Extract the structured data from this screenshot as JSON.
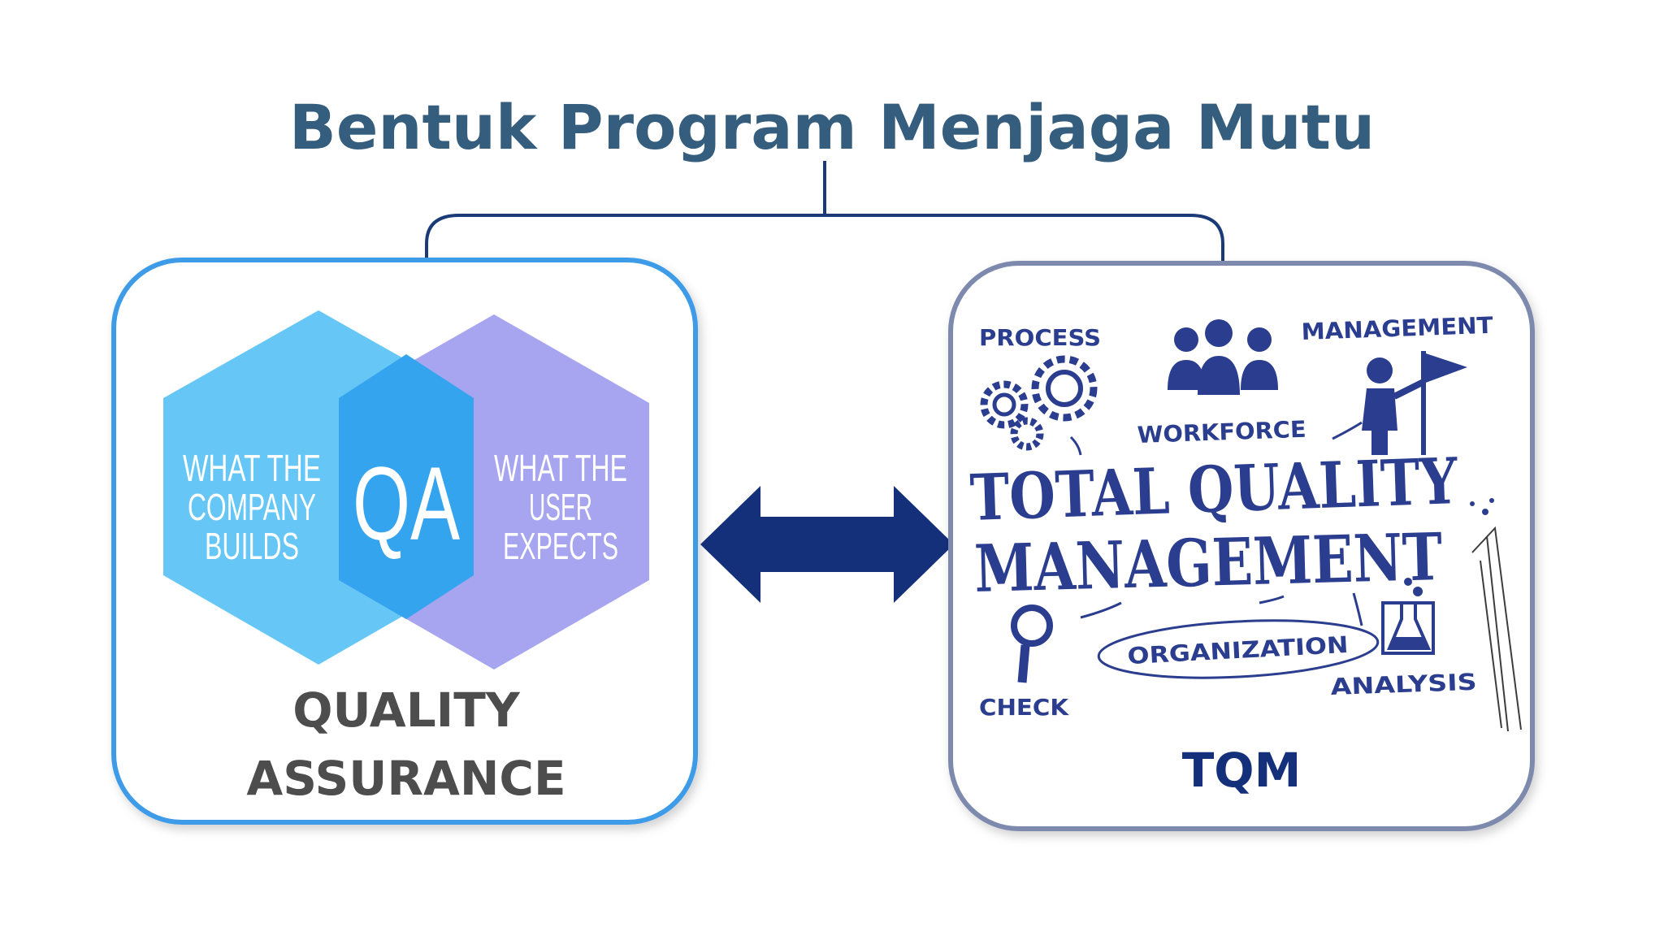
{
  "title": "Bentuk Program Menjaga Mutu",
  "colors": {
    "title": "#345d7e",
    "connector": "#1b3a78",
    "arrow": "#14307a",
    "qa_border": "#3d9be8",
    "tqm_border": "#7d8aad",
    "hex_blue": "#5ec4f7",
    "hex_purple": "#a2a0ee",
    "hex_overlap": "#35a4ef",
    "tqm_ink": "#2a3d8f"
  },
  "left_box": {
    "hex_left_text": [
      "WHAT THE",
      "COMPANY",
      "BUILDS"
    ],
    "hex_center_text": "QA",
    "hex_right_text": [
      "WHAT THE",
      "USER",
      "EXPECTS"
    ],
    "label_line1": "QUALITY",
    "label_line2": "ASSURANCE"
  },
  "right_box": {
    "words": {
      "process": "PROCESS",
      "management_small": "MANAGEMENT",
      "workforce": "WORKFORCE",
      "tqm_line1": "TOTAL QUALITY",
      "tqm_line2": "MANAGEMENT",
      "organization": "ORGANIZATION",
      "check": "CHECK",
      "analysis": "ANALYSIS"
    },
    "label": "TQM"
  },
  "icons": {
    "gears": "gears-icon",
    "people": "people-icon",
    "flag_person": "person-flag-icon",
    "magnifier": "magnifier-icon",
    "flask": "flask-icon",
    "pencil": "pencil-icon"
  }
}
